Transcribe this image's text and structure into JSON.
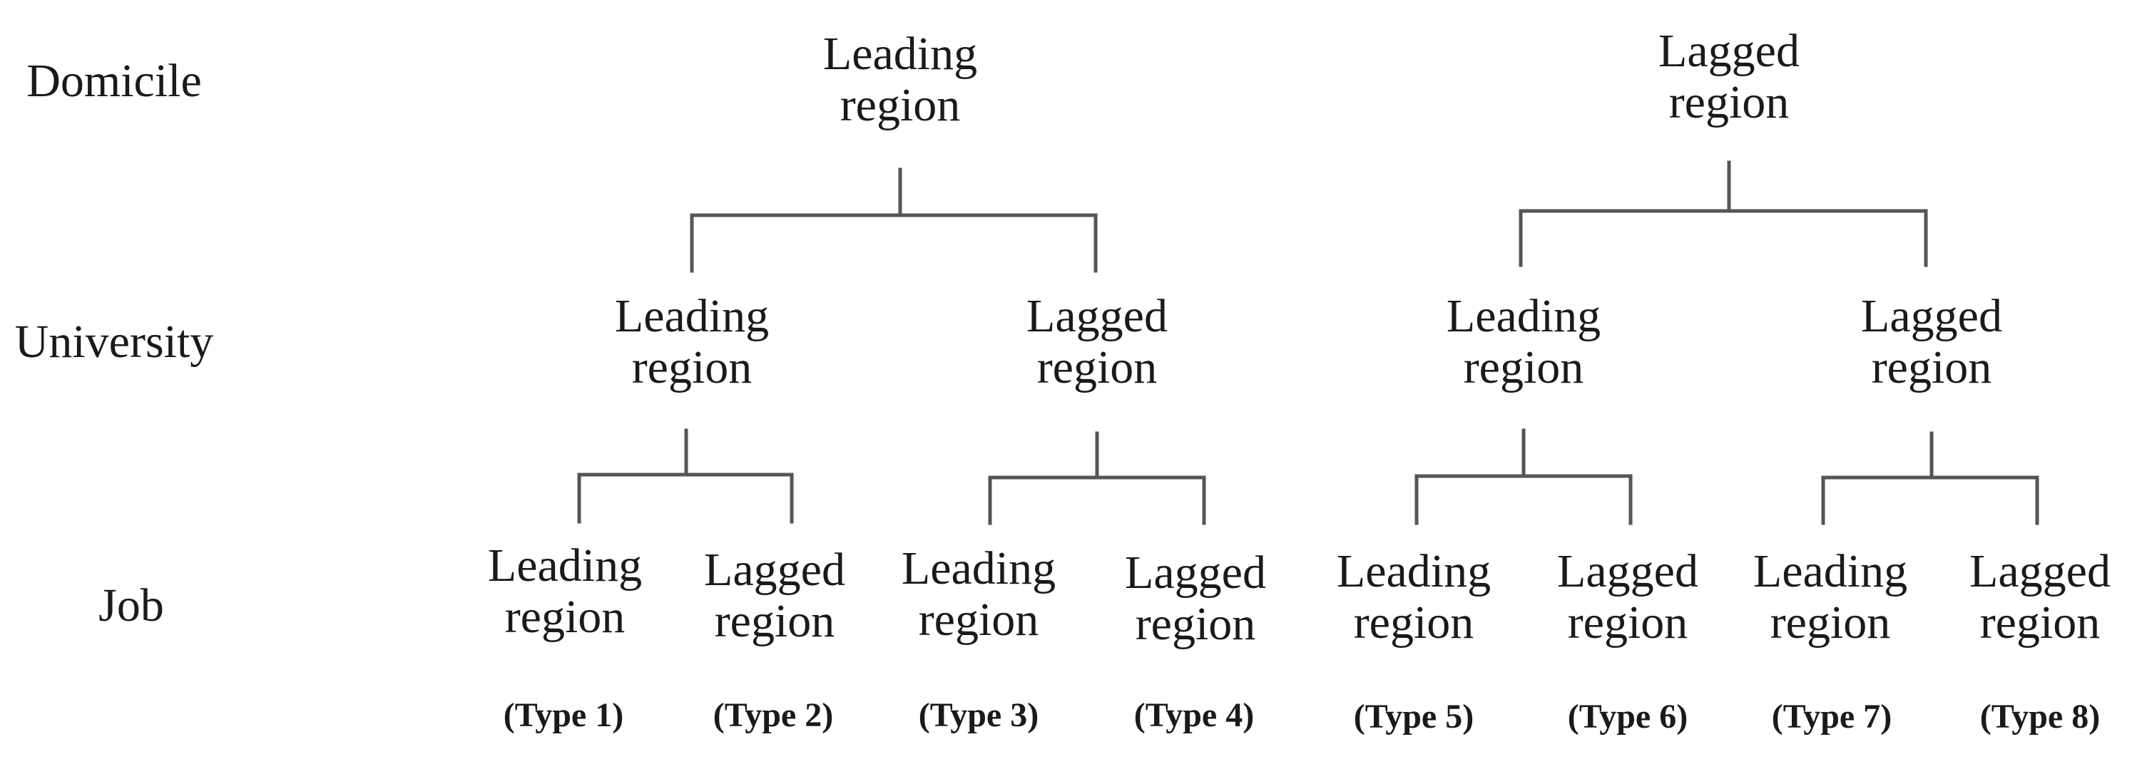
{
  "row_labels": {
    "domicile": "Domicile",
    "university": "University",
    "job": "Job"
  },
  "domicile": [
    {
      "line1": "Leading",
      "line2": "region"
    },
    {
      "line1": "Lagged",
      "line2": "region"
    }
  ],
  "university": [
    {
      "line1": "Leading",
      "line2": "region"
    },
    {
      "line1": "Lagged",
      "line2": "region"
    },
    {
      "line1": "Leading",
      "line2": "region"
    },
    {
      "line1": "Lagged",
      "line2": "region"
    }
  ],
  "job": [
    {
      "line1": "Leading",
      "line2": "region",
      "type": "(Type 1)"
    },
    {
      "line1": "Lagged",
      "line2": "region",
      "type": "(Type 2)"
    },
    {
      "line1": "Leading",
      "line2": "region",
      "type": "(Type 3)"
    },
    {
      "line1": "Lagged",
      "line2": "region",
      "type": "(Type 4)"
    },
    {
      "line1": "Leading",
      "line2": "region",
      "type": "(Type 5)"
    },
    {
      "line1": "Lagged",
      "line2": "region",
      "type": "(Type 6)"
    },
    {
      "line1": "Leading",
      "line2": "region",
      "type": "(Type 7)"
    },
    {
      "line1": "Lagged",
      "line2": "region",
      "type": "(Type 8)"
    }
  ],
  "colors": {
    "text": "#1a1a1a",
    "connector": "#555555"
  }
}
